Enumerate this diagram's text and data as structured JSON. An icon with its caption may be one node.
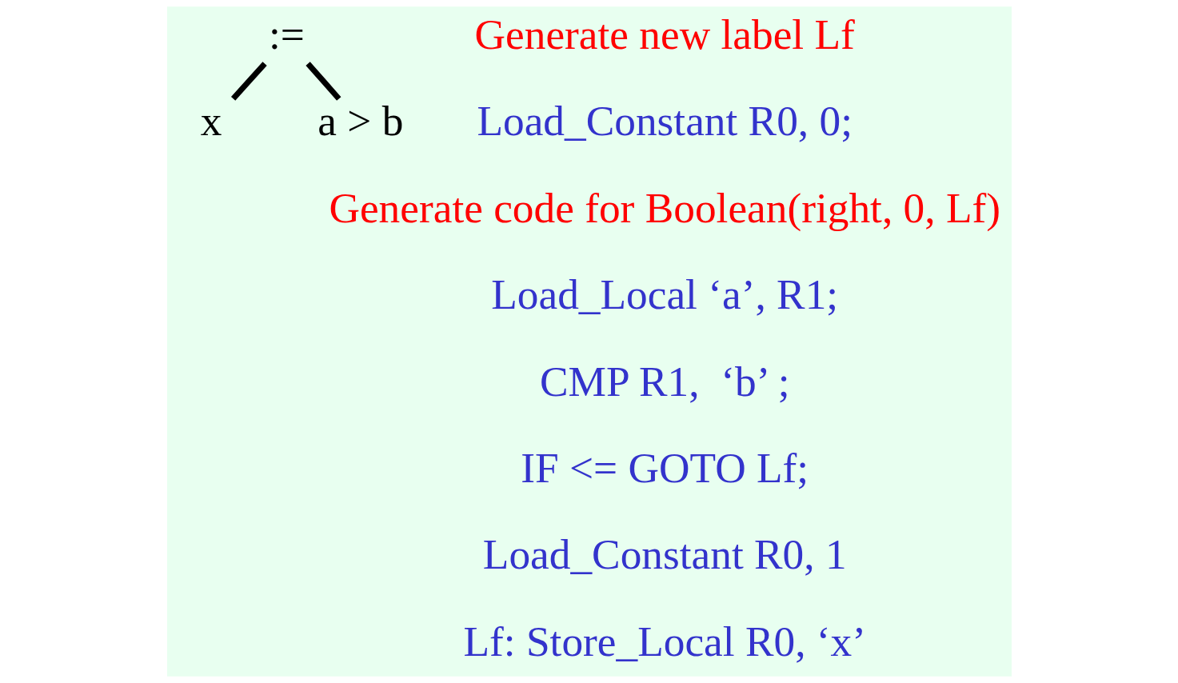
{
  "diagram": {
    "nodes": [
      {
        "text": [
          ":="
        ]
      },
      {
        "text": [
          "x"
        ]
      },
      {
        "text": [
          "a > b"
        ]
      }
    ],
    "edges": [
      {
        "from": 0,
        "to": 1,
        "arrow": "none"
      },
      {
        "from": 0,
        "to": 2,
        "arrow": "none"
      }
    ],
    "labels": [
      "Generate new label Lf",
      "Load_Constant R0, 0;",
      "Generate code for Boolean(right, 0, Lf)",
      "Load_Local ‘a’, R1;",
      "CMP R1,  ‘b’ ;",
      "IF <= GOTO Lf;",
      "Load_Constant R0, 1",
      "Lf: Store_Local R0, ‘x’"
    ]
  }
}
